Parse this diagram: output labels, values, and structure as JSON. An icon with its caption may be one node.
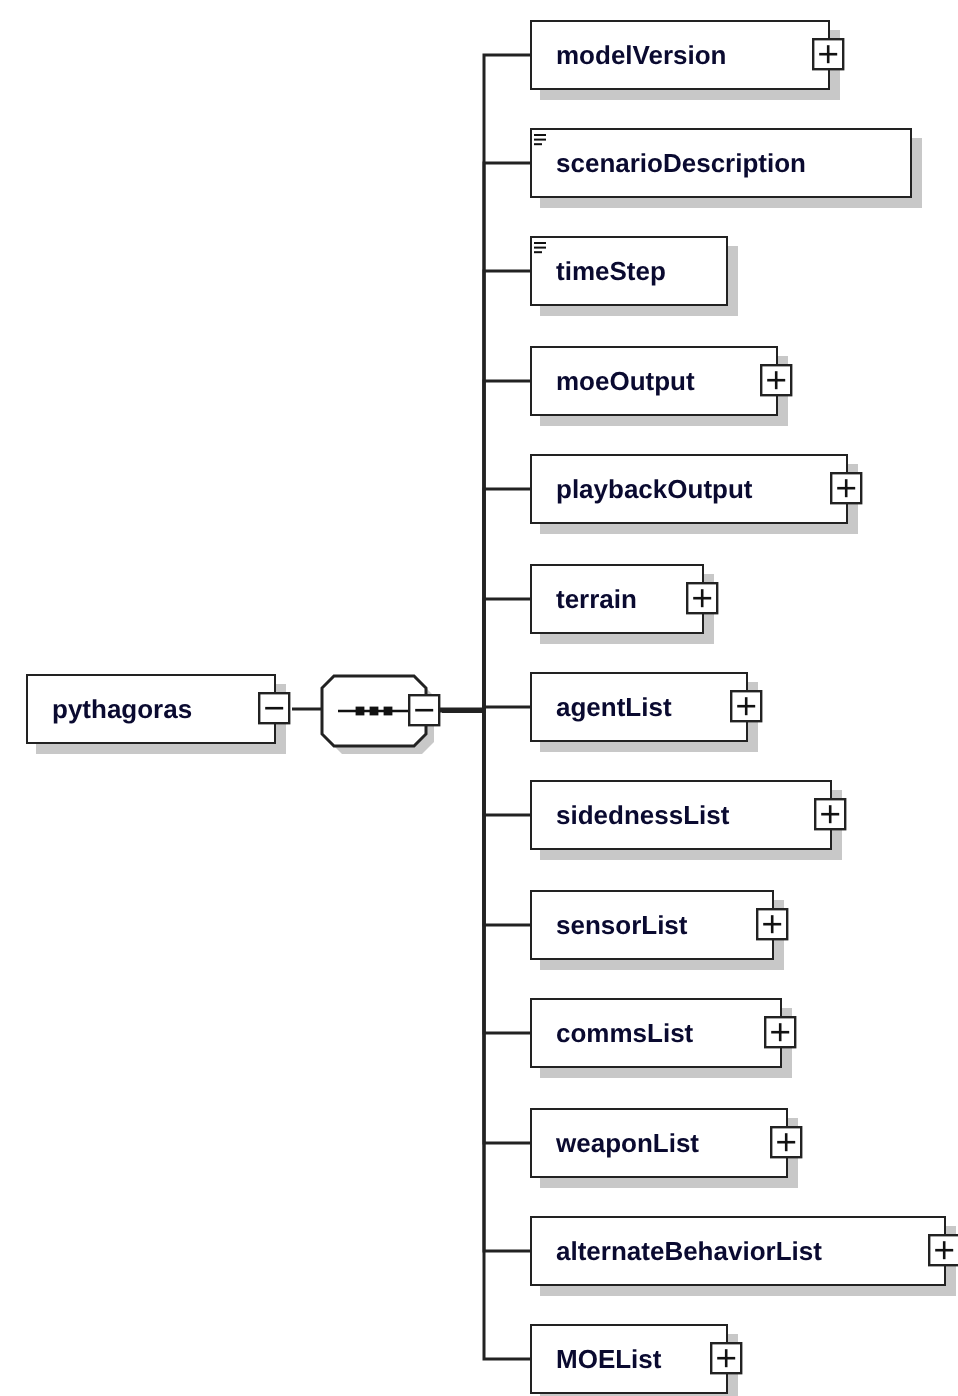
{
  "diagram": {
    "nodes": [
      {
        "text": [
          "pythagoras"
        ]
      },
      {
        "text": [],
        "shape": "octagon"
      },
      {
        "text": [
          "modelVersion"
        ]
      },
      {
        "text": [
          "scenarioDescription"
        ]
      },
      {
        "text": [
          "timeStep"
        ]
      },
      {
        "text": [
          "moeOutput"
        ]
      },
      {
        "text": [
          "playbackOutput"
        ]
      },
      {
        "text": [
          "terrain"
        ]
      },
      {
        "text": [
          "agentList"
        ]
      },
      {
        "text": [
          "sidednessList"
        ]
      },
      {
        "text": [
          "sensorList"
        ]
      },
      {
        "text": [
          "commsList"
        ]
      },
      {
        "text": [
          "weaponList"
        ]
      },
      {
        "text": [
          "alternateBehaviorList"
        ]
      },
      {
        "text": [
          "MOEList"
        ]
      }
    ],
    "edges": [
      {
        "from": 0,
        "to": 1,
        "arrow": "none"
      },
      {
        "from": 1,
        "to": 2,
        "arrow": "none"
      },
      {
        "from": 1,
        "to": 3,
        "arrow": "none"
      },
      {
        "from": 1,
        "to": 4,
        "arrow": "none"
      },
      {
        "from": 1,
        "to": 5,
        "arrow": "none"
      },
      {
        "from": 1,
        "to": 6,
        "arrow": "none"
      },
      {
        "from": 1,
        "to": 7,
        "arrow": "none"
      },
      {
        "from": 1,
        "to": 8,
        "arrow": "none"
      },
      {
        "from": 1,
        "to": 9,
        "arrow": "none"
      },
      {
        "from": 1,
        "to": 10,
        "arrow": "none"
      },
      {
        "from": 1,
        "to": 11,
        "arrow": "none"
      },
      {
        "from": 1,
        "to": 12,
        "arrow": "none"
      },
      {
        "from": 1,
        "to": 13,
        "arrow": "none"
      },
      {
        "from": 1,
        "to": 14,
        "arrow": "none"
      }
    ]
  }
}
